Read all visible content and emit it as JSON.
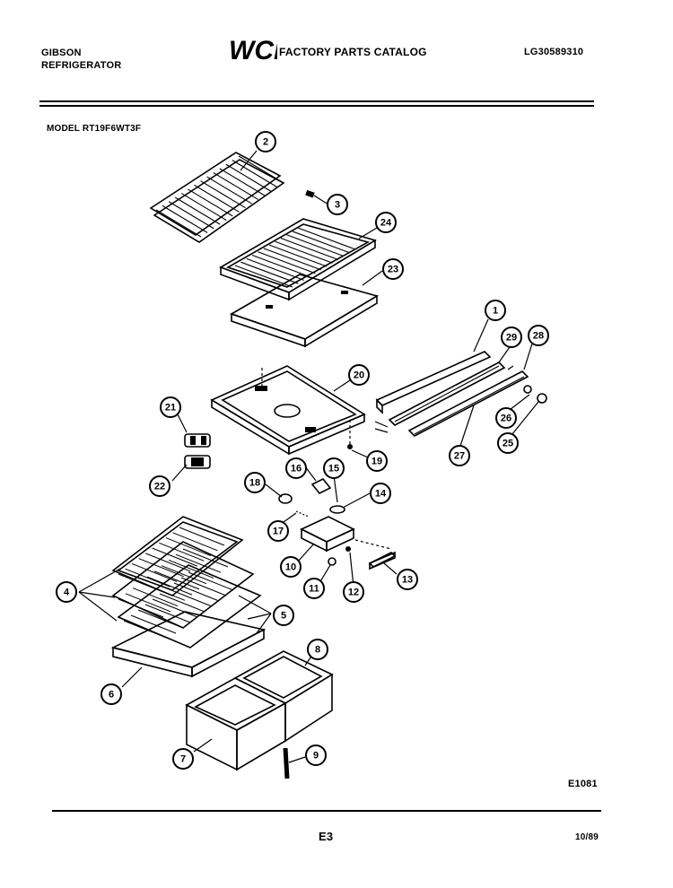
{
  "header": {
    "brand_line1": "GIBSON",
    "brand_line2": "REFRIGERATOR",
    "logo_text": "WCI",
    "catalog_title": "FACTORY PARTS CATALOG",
    "doc_id": "LG30589310"
  },
  "model_label": "MODEL RT19F6WT3F",
  "callouts": [
    "1",
    "2",
    "3",
    "4",
    "5",
    "6",
    "7",
    "8",
    "9",
    "10",
    "11",
    "12",
    "13",
    "14",
    "15",
    "16",
    "17",
    "18",
    "19",
    "20",
    "21",
    "22",
    "23",
    "24",
    "25",
    "26",
    "27",
    "28",
    "29"
  ],
  "footer": {
    "drawing_number": "E1081",
    "page_number": "E3",
    "date_code": "10/89"
  }
}
